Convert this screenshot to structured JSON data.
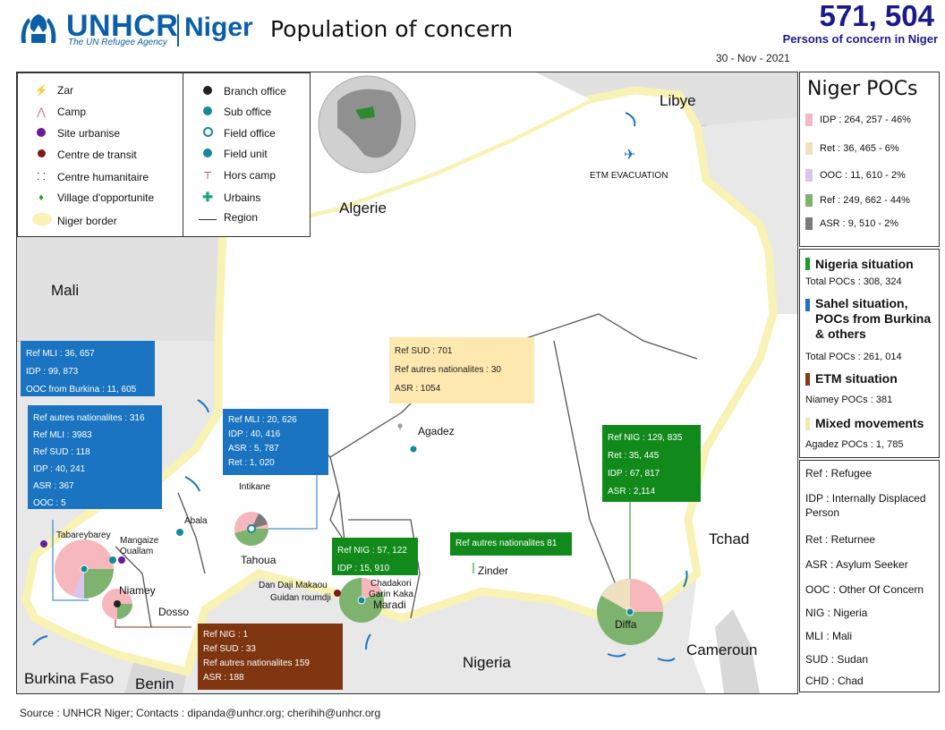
{
  "header": {
    "logo_main": "UNHCR",
    "logo_sub": "The UN Refugee Agency",
    "country": "Niger",
    "title": "Population of concern",
    "total": "571, 504",
    "total_label": "Persons of concern in Niger",
    "date": "30 - Nov - 2021"
  },
  "legend": {
    "left": [
      {
        "icon": "zar-icon",
        "label": "Zar"
      },
      {
        "icon": "camp-icon",
        "label": "Camp"
      },
      {
        "icon": "urban-site-icon",
        "label": "Site urbanise"
      },
      {
        "icon": "transit-center-icon",
        "label": "Centre de transit"
      },
      {
        "icon": "humanitarian-center-icon",
        "label": "Centre humanitaire"
      },
      {
        "icon": "opportunity-village-icon",
        "label": "Village d'opportunite"
      },
      {
        "icon": "niger-border-icon",
        "label": "Niger border"
      }
    ],
    "right": [
      {
        "icon": "branch-office-icon",
        "label": "Branch office"
      },
      {
        "icon": "sub-office-icon",
        "label": "Sub office"
      },
      {
        "icon": "field-office-icon",
        "label": "Field office"
      },
      {
        "icon": "field-unit-icon",
        "label": "Field unit"
      },
      {
        "icon": "hors-camp-icon",
        "label": "Hors camp"
      },
      {
        "icon": "urban-icon",
        "label": "Urbains"
      },
      {
        "icon": "region-line-icon",
        "label": "Region"
      }
    ]
  },
  "map": {
    "countries": {
      "libye": "Libye",
      "algerie": "Algerie",
      "mali": "Mali",
      "tchad": "Tchad",
      "cameroun": "Cameroun",
      "nigeria": "Nigeria",
      "burkina": "Burkina Faso",
      "benin": "Benin"
    },
    "places": {
      "agadez": "Agadez",
      "intikane": "Intikane",
      "abala": "Abala",
      "tabareybarey": "Tabareybarey",
      "mangaize": "Mangaize",
      "ouallam": "Ouallam",
      "niamey": "Niamey",
      "tahoua": "Tahoua",
      "dosso": "Dosso",
      "dandaji": "Dan Daji Makaou",
      "guidan": "Guidan roumdji",
      "chadakori": "Chadakori",
      "garinkaka": "Garin Kaka",
      "maradi": "Maradi",
      "zinder": "Zinder",
      "diffa": "Diffa",
      "etm": "ETM EVACUATION"
    },
    "boxes": {
      "mli_north": [
        "Ref MLI : 36, 657",
        "IDP : 99, 873",
        "OOC from Burkina : 11, 605"
      ],
      "tillaberi": [
        "Ref autres nationalites : 316",
        "Ref MLI : 3983",
        "Ref SUD : 118",
        "IDP : 40, 241",
        "ASR : 367",
        "OOC : 5"
      ],
      "tahoua": [
        "Ref MLI : 20, 626",
        "IDP : 40, 416",
        "ASR : 5, 787",
        "Ret : 1, 020"
      ],
      "agadez": [
        "Ref SUD : 701",
        "Ref autres nationalites : 30",
        "ASR : 1054"
      ],
      "diffa": [
        "Ref NIG : 129, 835",
        "Ret : 35, 445",
        "IDP : 67, 817",
        "ASR : 2,114"
      ],
      "maradi": [
        "Ref NIG : 57, 122",
        "IDP : 15, 910"
      ],
      "zinder": [
        "Ref autres nationalites 81"
      ],
      "niamey": [
        "Ref NIG : 1",
        "Ref SUD : 33",
        "Ref autres nationalites 159",
        "ASR : 188"
      ]
    }
  },
  "pocs": {
    "title": "Niger POCs",
    "rows": [
      {
        "label": "IDP : 264, 257 - 46%",
        "color": "#f7b8bd"
      },
      {
        "label": "Ret : 36, 465 - 6%",
        "color": "#efe0bf"
      },
      {
        "label": "OOC : 11, 610 - 2%",
        "color": "#d7c5f0"
      },
      {
        "label": "Ref : 249, 662 - 44%",
        "color": "#7db36e"
      },
      {
        "label": "ASR : 9, 510 - 2%",
        "color": "#7a7a7a"
      }
    ]
  },
  "situations": [
    {
      "title": "Nigeria situation",
      "sub": "Total POCs : 308, 324",
      "color": "#1f9a2a"
    },
    {
      "title": "Sahel situation, POCs from Burkina & others",
      "sub": "Total POCs : 261, 014",
      "color": "#1a74c1"
    },
    {
      "title": "ETM situation",
      "sub": "Niamey POCs : 381",
      "color": "#8a3a10"
    },
    {
      "title": "Mixed movements",
      "sub": "Agadez POCs : 1, 785",
      "color": "#f7e6a8"
    }
  ],
  "abbreviations": [
    "Ref : Refugee",
    "IDP : Internally Displaced Person",
    "Ret : Returnee",
    "ASR : Asylum Seeker",
    "OOC : Other Of Concern",
    "NIG : Nigeria",
    "MLI : Mali",
    "SUD : Sudan",
    "CHD : Chad"
  ],
  "source": "Source : UNHCR Niger; Contacts : dipanda@unhcr.org; cherihih@unhcr.org",
  "colors": {
    "blue": "#1a74c1",
    "green": "#118a1b",
    "brown": "#7e3510",
    "yellow": "#fde8b0",
    "border": "#f8f2b4"
  }
}
